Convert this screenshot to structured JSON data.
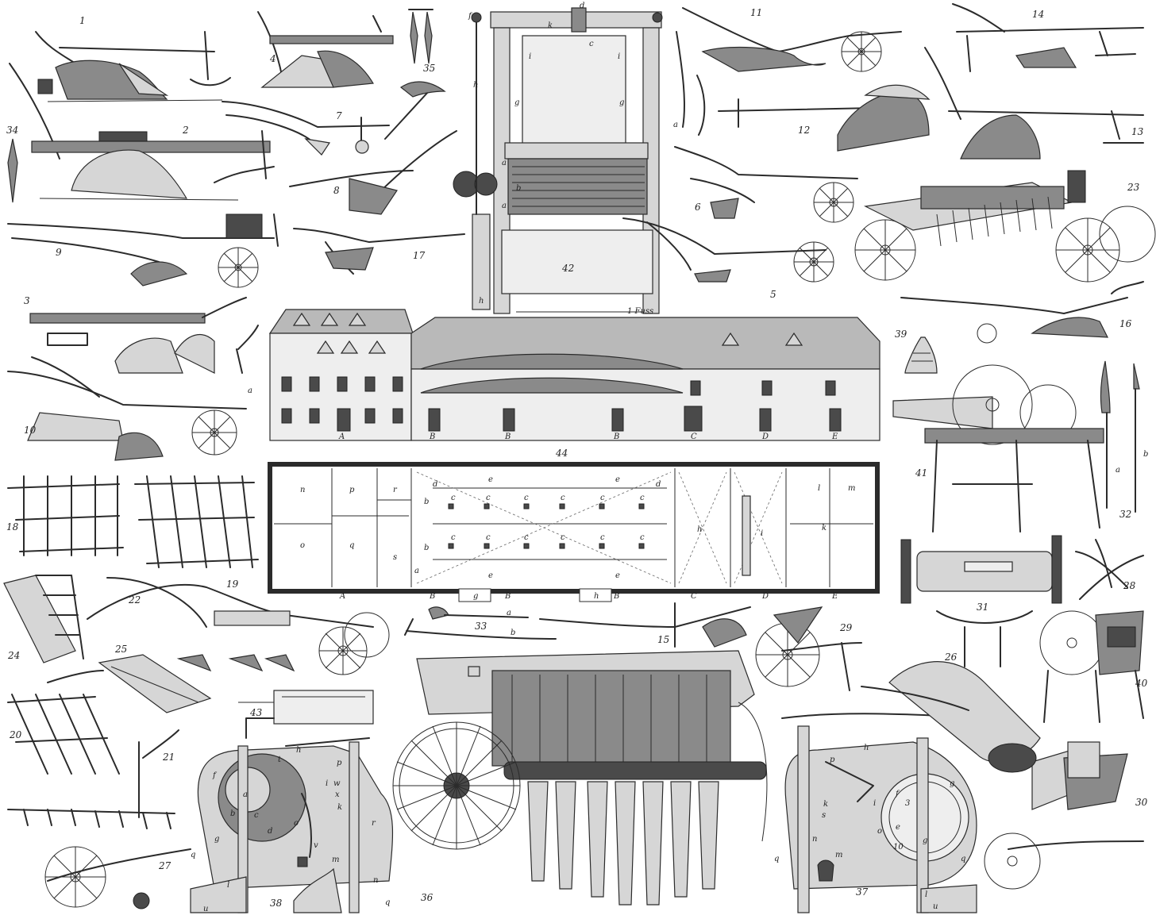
{
  "figure_numbers": {
    "f1": "1",
    "f2": "2",
    "f3": "3",
    "f4": "4",
    "f5": "5",
    "f6": "6",
    "f7": "7",
    "f8": "8",
    "f9": "9",
    "f10": "10",
    "f11": "11",
    "f12": "12",
    "f13": "13",
    "f14": "14",
    "f15": "15",
    "f16": "16",
    "f17": "17",
    "f18": "18",
    "f19": "19",
    "f20": "20",
    "f21": "21",
    "f22": "22",
    "f23": "23",
    "f24": "24",
    "f25": "25",
    "f26": "26",
    "f27": "27",
    "f28": "28",
    "f29": "29",
    "f30": "30",
    "f31": "31",
    "f32": "32",
    "f33": "33",
    "f34": "34",
    "f35": "35",
    "f36": "36",
    "f37": "37",
    "f38": "38",
    "f39": "39",
    "f40": "40",
    "f41": "41",
    "f42": "42",
    "f43": "43",
    "f44": "44"
  },
  "building_letters": [
    "A",
    "B",
    "B",
    "B",
    "C",
    "D",
    "E"
  ],
  "plan_letters": [
    "A",
    "B",
    "g",
    "B",
    "h",
    "B",
    "C",
    "D",
    "E"
  ],
  "plan_room_letters": [
    "n",
    "o",
    "p",
    "q",
    "r",
    "s",
    "a",
    "b",
    "b",
    "d",
    "d",
    "e",
    "e",
    "e",
    "e",
    "c",
    "c",
    "c",
    "c",
    "c",
    "c",
    "c",
    "c",
    "c",
    "c",
    "c",
    "c",
    "h",
    "i",
    "k",
    "l",
    "m"
  ],
  "frame42_letters": [
    "f",
    "d",
    "k",
    "c",
    "i",
    "i",
    "g",
    "g",
    "h",
    "h",
    "a",
    "b",
    "a"
  ],
  "frame42_scale": "1 Fuss",
  "misc_letters": {
    "f10_a": "a",
    "f6_a": "a",
    "f32_a": "a",
    "f32_b": "b",
    "f33_a": "a",
    "f33_b": "b"
  },
  "f38_letters": [
    "f",
    "h",
    "t",
    "p",
    "a",
    "i",
    "w",
    "x",
    "k",
    "b",
    "c",
    "g",
    "d",
    "o",
    "r",
    "v",
    "m",
    "q",
    "l",
    "u",
    "n",
    "q"
  ],
  "f37_letters": [
    "h",
    "p",
    "f",
    "g",
    "k",
    "i",
    "s",
    "e",
    "o",
    "n",
    "m",
    "g",
    "q",
    "u",
    "l",
    "q",
    "10",
    "3"
  ],
  "colors": {
    "ink": "#2b2b2b",
    "paper": "#ffffff",
    "shade": "#8a8a8a"
  }
}
